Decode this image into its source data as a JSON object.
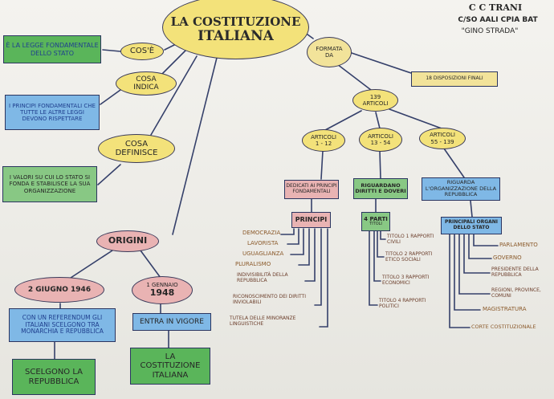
{
  "header": {
    "school_line1": "C C TRANI",
    "school_line2": "C/SO AALI CPIA BAT",
    "school_line3": "\"GINO STRADA\""
  },
  "main": {
    "title_line1": "LA COSTITUZIONE",
    "title_line2": "ITALIANA"
  },
  "left": {
    "cose": "COS'È",
    "cose_desc": "È LA LEGGE FONDAMENTALE DELLO STATO",
    "indica": "COSA INDICA",
    "indica_desc": "I PRINCIPI FONDAMENTALI CHE TUTTE LE ALTRE LEGGI DEVONO RISPETTARE",
    "definisce": "COSA DEFINISCE",
    "definisce_desc": "I VALORI SU CUI LO STATO SI FONDA E STABILISCE LA SUA ORGANIZZAZIONE",
    "origini": "ORIGINI",
    "giugno": "2 GIUGNO 1946",
    "giugno_desc": "CON UN REFERENDUM GLI ITALIANI SCELGONO TRA MONARCHIA E REPUBBLICA",
    "giugno_result": "SCELGONO LA REPUBBLICA",
    "gennaio_line1": "1 GENNAIO",
    "gennaio_line2": "1948",
    "gennaio_desc": "ENTRA IN VIGORE",
    "gennaio_result": "LA COSTITUZIONE ITALIANA"
  },
  "right": {
    "formata": "FORMATA DA",
    "disposizioni": "18 DISPOSIZIONI FINALI",
    "articoli": "139 ARTICOLI",
    "art1": "ARTICOLI 1 - 12",
    "art2": "ARTICOLI 13 - 54",
    "art3": "ARTICOLI 55 - 139",
    "desc1": "DEDICATI AI PRINCIPI FONDAMENTALI",
    "desc2": "RIGUARDANO DIRITTI E DOVERI",
    "desc3": "RIGUARDA L'ORGANIZZAZIONE DELLA REPUBBLICA",
    "principi": "PRINCIPI",
    "parti_line1": "4 PARTI",
    "parti_line2": "TITOLI",
    "organi": "PRINCIPALI ORGANI DELLO STATO",
    "principi_items": [
      "DEMOCRAZIA",
      "LAVORISTA",
      "UGUAGLIANZA",
      "PLURALISMO",
      "INDIVISIBILITÀ DELLA REPUBBLICA",
      "RICONOSCIMENTO DEI DIRITTI INVIOLABILI",
      "TUTELA DELLE MINORANZE LINGUISTICHE"
    ],
    "titoli_items": [
      "TITOLO 1 RAPPORTI CIVILI",
      "TITOLO 2 RAPPORTI ETICO SOCIALI",
      "TITOLO 3 RAPPORTI ECONOMICI",
      "TITOLO 4 RAPPORTI POLITICI"
    ],
    "organi_items": [
      "PARLAMENTO",
      "GOVERNO",
      "PRESIDENTE DELLA REPUBBLICA",
      "REGIONI, PROVINCE, COMUNI",
      "MAGISTRATURA",
      "CORTE COSTITUZIONALE"
    ]
  }
}
